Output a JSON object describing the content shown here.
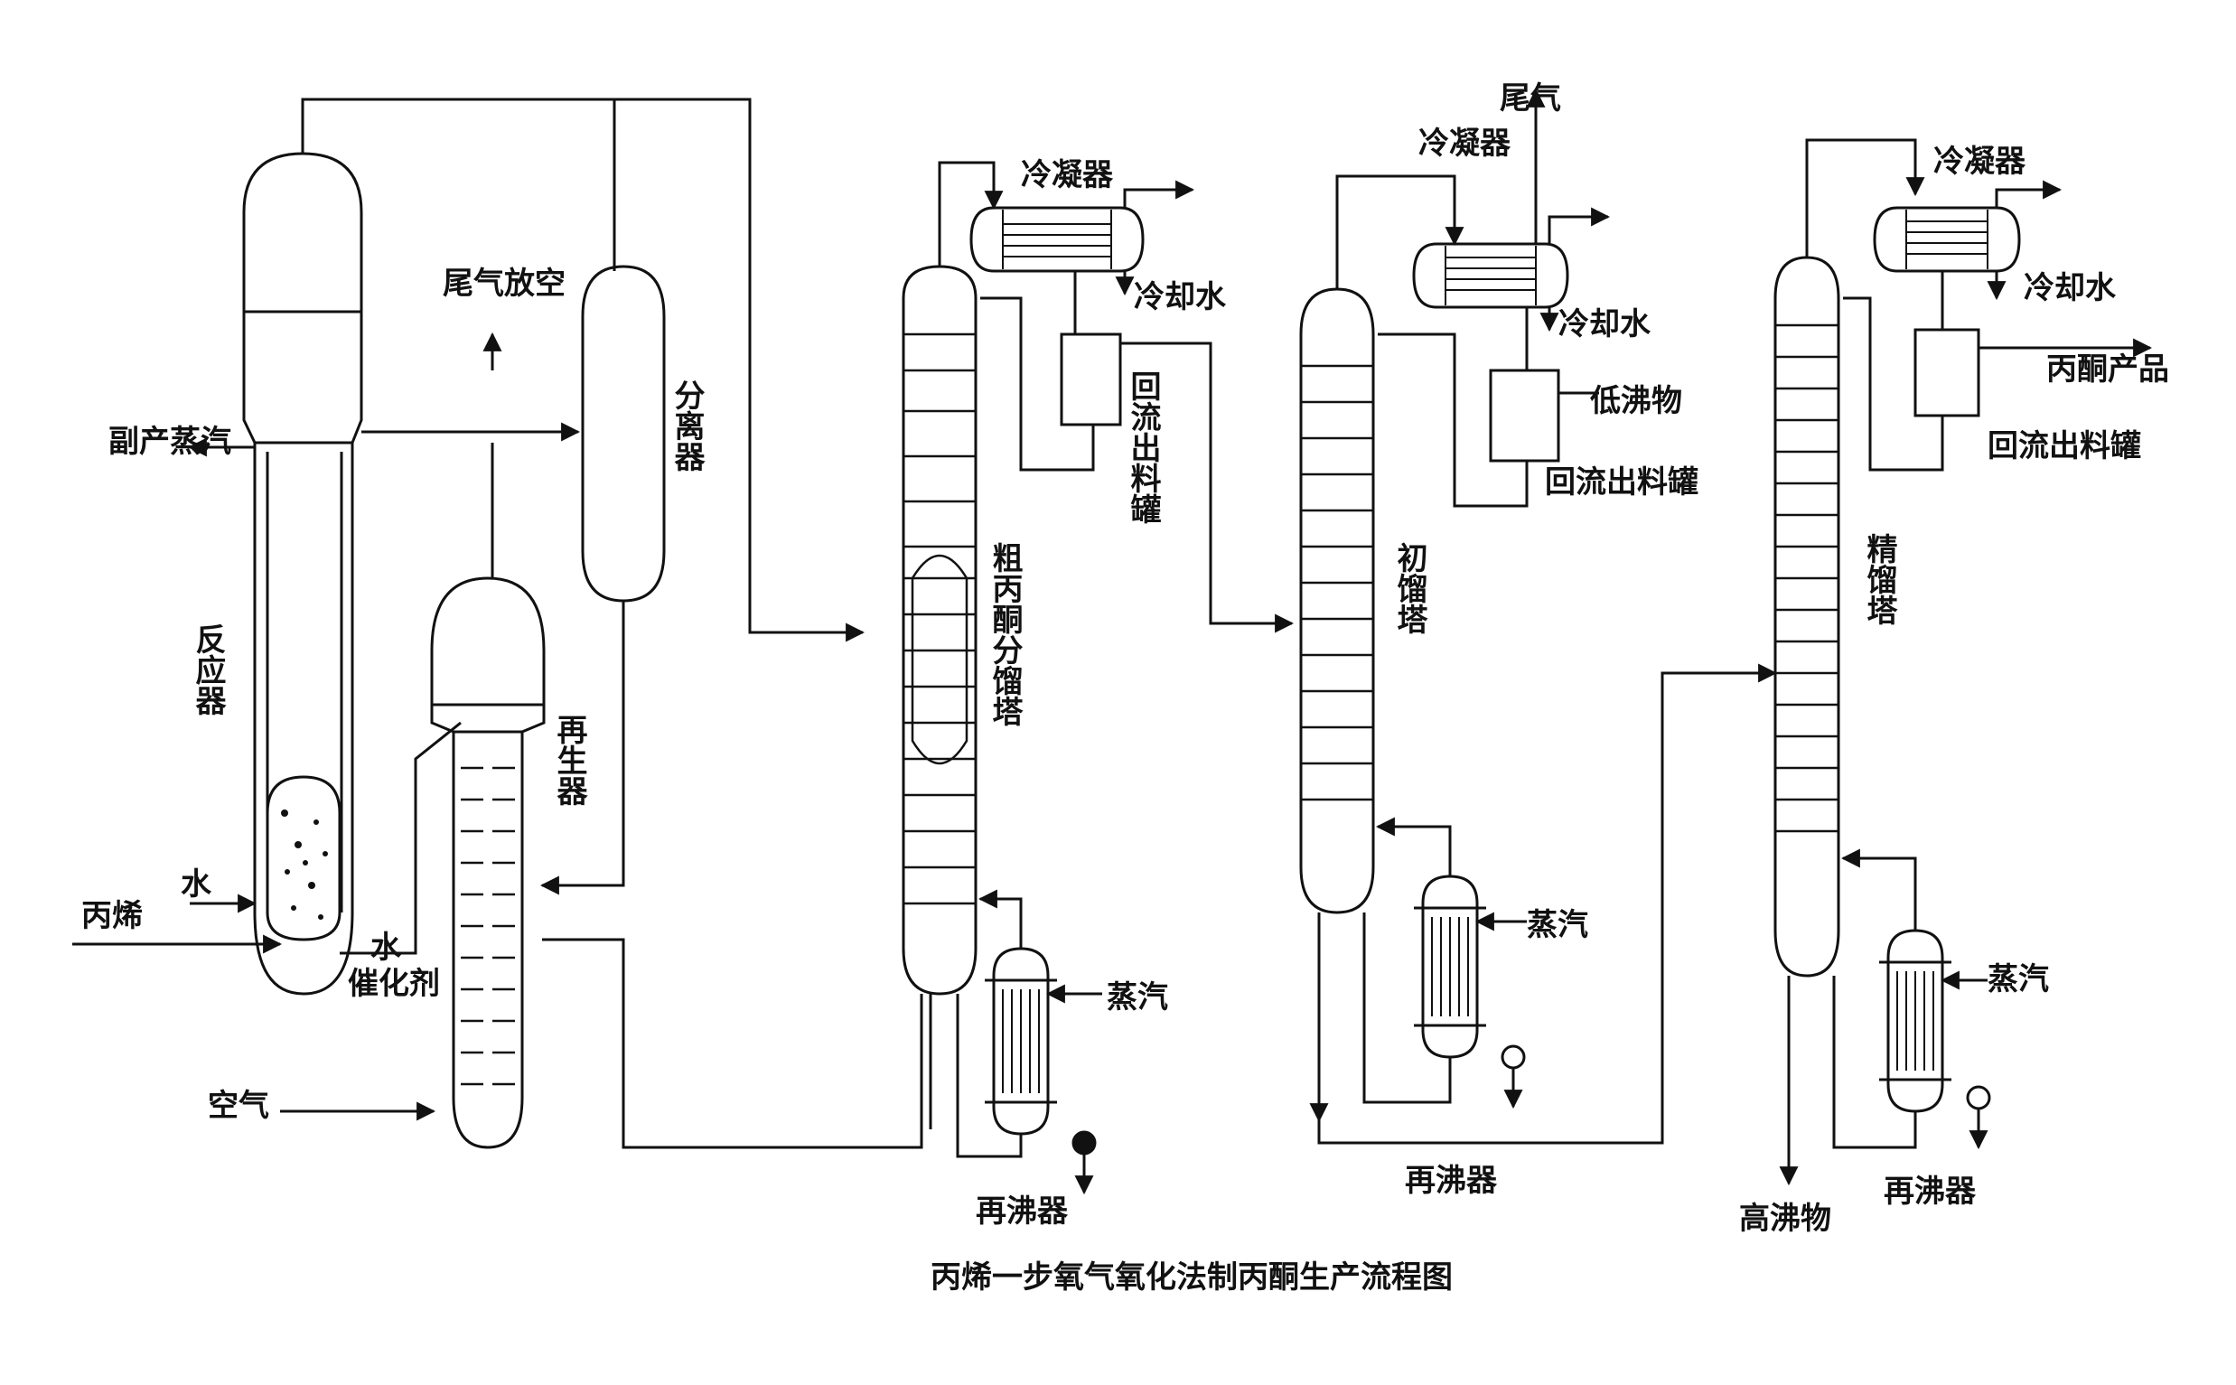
{
  "caption": "丙烯一步氧气氧化法制丙酮生产流程图",
  "labels": {
    "byproduct_steam": "副产蒸汽",
    "reactor": "反应器",
    "water_in": "水",
    "propylene": "丙烯",
    "water_catalyst_1": "水",
    "water_catalyst_2": "催化剂",
    "air": "空气",
    "tail_gas_vent": "尾气放空",
    "separator": "分离器",
    "regenerator": "再生器",
    "condenser_1": "冷凝器",
    "cooling_water_1": "冷却水",
    "reflux_tank_1": "回流出料罐",
    "crude_column": "粗丙酮分馏塔",
    "steam_1": "蒸汽",
    "reboiler_1": "再沸器",
    "tail_gas": "尾气",
    "condenser_2": "冷凝器",
    "cooling_water_2": "冷却水",
    "low_boilers": "低沸物",
    "reflux_tank_2": "回流出料罐",
    "initial_column": "初馏塔",
    "steam_2": "蒸汽",
    "reboiler_2": "再沸器",
    "condenser_3": "冷凝器",
    "cooling_water_3": "冷却水",
    "acetone_product": "丙酮产品",
    "reflux_tank_3": "回流出料罐",
    "fine_column": "精馏塔",
    "steam_3": "蒸汽",
    "reboiler_3": "再沸器",
    "high_boilers": "高沸物"
  }
}
